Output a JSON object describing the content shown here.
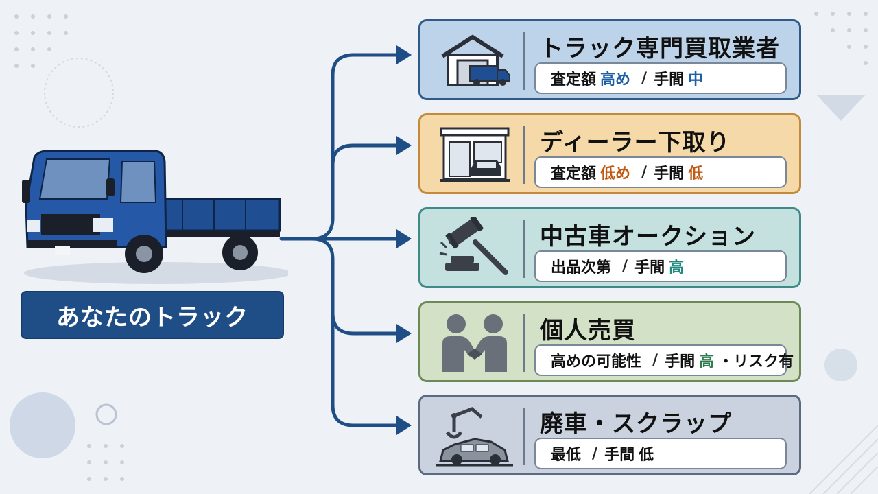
{
  "main_label": "あなたのトラック",
  "colors": {
    "navy": "#1f4d85",
    "blue": "#1f5fa8",
    "orange": "#c05a12",
    "teal": "#1f8a80",
    "green": "#2e7d4f"
  },
  "routes": [
    {
      "title": "トラック専門買取業者",
      "icon": "warehouse-truck-icon",
      "bg": "#bcd3ea",
      "border": "#2f5a88",
      "pill": [
        {
          "t": "査定額",
          "c": "#111"
        },
        {
          "t": "高め",
          "c": "#1f5fa8"
        },
        {
          "t": "/",
          "c": "#222",
          "sep": true
        },
        {
          "t": "手間",
          "c": "#111"
        },
        {
          "t": "中",
          "c": "#1f5fa8"
        }
      ]
    },
    {
      "title": "ディーラー下取り",
      "icon": "dealership-icon",
      "bg": "#f6d9a8",
      "border": "#c28a3a",
      "pill": [
        {
          "t": "査定額",
          "c": "#111"
        },
        {
          "t": "低め",
          "c": "#c05a12"
        },
        {
          "t": "/",
          "c": "#222",
          "sep": true
        },
        {
          "t": "手間",
          "c": "#111"
        },
        {
          "t": "低",
          "c": "#c05a12"
        }
      ]
    },
    {
      "title": "中古車オークション",
      "icon": "gavel-icon",
      "bg": "#c4e0df",
      "border": "#3f8a86",
      "pill": [
        {
          "t": "出品次第",
          "c": "#111"
        },
        {
          "t": "/",
          "c": "#222",
          "sep": true
        },
        {
          "t": "手間",
          "c": "#111"
        },
        {
          "t": "高",
          "c": "#1f8a80"
        }
      ]
    },
    {
      "title": "個人売買",
      "icon": "handshake-icon",
      "bg": "#d3e1c6",
      "border": "#6c8a55",
      "pill": [
        {
          "t": "高めの可能性",
          "c": "#111"
        },
        {
          "t": "/",
          "c": "#222",
          "sep": true
        },
        {
          "t": "手間",
          "c": "#111"
        },
        {
          "t": "高",
          "c": "#2e7d4f"
        },
        {
          "t": "・リスク有",
          "c": "#111"
        }
      ]
    },
    {
      "title": "廃車・スクラップ",
      "icon": "scrap-car-icon",
      "bg": "#c9d2de",
      "border": "#5b6a80",
      "pill": [
        {
          "t": "最低",
          "c": "#111"
        },
        {
          "t": "/",
          "c": "#222",
          "sep": true
        },
        {
          "t": "手間",
          "c": "#111"
        },
        {
          "t": "低",
          "c": "#111"
        }
      ]
    }
  ]
}
